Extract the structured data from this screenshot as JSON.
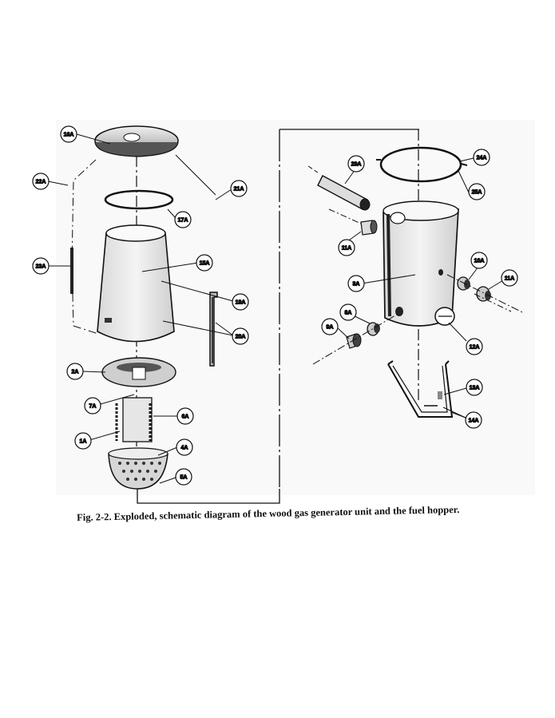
{
  "figure": {
    "caption": "Fig. 2-2. Exploded, schematic diagram of the wood gas generator unit and the fuel hopper."
  },
  "parts": {
    "p16A": "16A",
    "p22A": "22A",
    "p21A": "21A",
    "p17A": "17A",
    "p23A": "23A",
    "p15A": "15A",
    "p19A": "19A",
    "p20A": "20A",
    "p2A": "2A",
    "p7A": "7A",
    "p6A": "6A",
    "p1A": "1A",
    "p4A": "4A",
    "p5A": "5A",
    "p29A": "29A",
    "p24A": "24A",
    "p25A": "25A",
    "p11A_left": "11A",
    "p10A": "10A",
    "p11A_right": "11A",
    "p3A": "3A",
    "p8A": "8A",
    "p9A": "9A",
    "p12A": "12A",
    "p13A": "13A",
    "p14A": "14A"
  }
}
